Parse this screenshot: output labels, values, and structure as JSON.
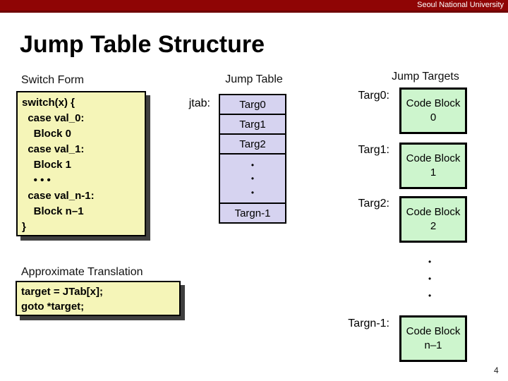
{
  "banner": {
    "text": "Seoul National University",
    "bg_color": "#8F0505",
    "text_color": "#FFFFFF"
  },
  "title": "Jump Table Structure",
  "page_number": "4",
  "colors": {
    "banner_red": "#8F0505",
    "code_box_yellow": "#F5F5B8",
    "table_lavender": "#D6D3F0",
    "target_green": "#CDF5CD",
    "shadow_gray": "#3F3F3F",
    "border_black": "#000000"
  },
  "switch_form": {
    "heading": "Switch Form",
    "code_lines": [
      "switch(x) {",
      "  case val_0:",
      "    Block 0",
      "  case val_1:",
      "    Block 1",
      "    • • •",
      "  case val_n-1:",
      "    Block n–1",
      "}"
    ]
  },
  "jump_table": {
    "heading": "Jump Table",
    "pointer_label": "jtab:",
    "cells": [
      "Targ0",
      "Targ1",
      "Targ2"
    ],
    "dots": [
      "•",
      "•",
      "•"
    ],
    "last_cell": "Targn-1"
  },
  "jump_targets": {
    "heading": "Jump Targets",
    "entries": [
      {
        "label": "Targ0:",
        "block_line1": "Code Block",
        "block_line2": "0"
      },
      {
        "label": "Targ1:",
        "block_line1": "Code Block",
        "block_line2": "1"
      },
      {
        "label": "Targ2:",
        "block_line1": "Code Block",
        "block_line2": "2"
      }
    ],
    "dots": [
      "•",
      "•",
      "•"
    ],
    "last_entry": {
      "label": "Targn-1:",
      "block_line1": "Code Block",
      "block_line2": "n–1"
    }
  },
  "approximate_translation": {
    "heading": "Approximate Translation",
    "code_lines": [
      "target = JTab[x];",
      "goto *target;"
    ]
  }
}
